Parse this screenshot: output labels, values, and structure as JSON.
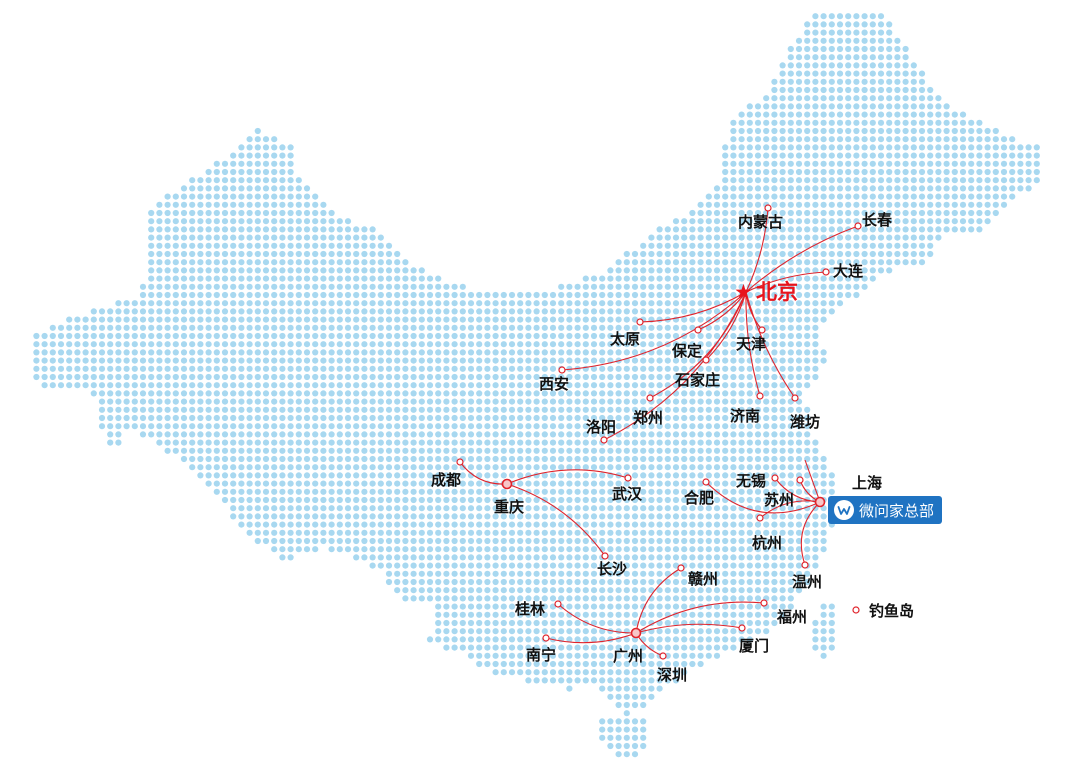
{
  "capital": {
    "name": "北京",
    "star": "★"
  },
  "cities": [
    {
      "id": "neimenggu",
      "name": "内蒙古"
    },
    {
      "id": "changchun",
      "name": "长春"
    },
    {
      "id": "dalian",
      "name": "大连"
    },
    {
      "id": "taiyuan",
      "name": "太原"
    },
    {
      "id": "baoding",
      "name": "保定"
    },
    {
      "id": "tianjin",
      "name": "天津"
    },
    {
      "id": "xian",
      "name": "西安"
    },
    {
      "id": "shijiazhuang",
      "name": "石家庄"
    },
    {
      "id": "luoyang",
      "name": "洛阳"
    },
    {
      "id": "zhengzhou",
      "name": "郑州"
    },
    {
      "id": "jinan",
      "name": "济南"
    },
    {
      "id": "weifang",
      "name": "潍坊"
    },
    {
      "id": "chengdu",
      "name": "成都"
    },
    {
      "id": "chongqing",
      "name": "重庆"
    },
    {
      "id": "wuhan",
      "name": "武汉"
    },
    {
      "id": "hefei",
      "name": "合肥"
    },
    {
      "id": "wuxi",
      "name": "无锡"
    },
    {
      "id": "suzhou",
      "name": "苏州"
    },
    {
      "id": "shanghai",
      "name": "上海"
    },
    {
      "id": "hangzhou",
      "name": "杭州"
    },
    {
      "id": "changsha",
      "name": "长沙"
    },
    {
      "id": "wenzhou",
      "name": "温州"
    },
    {
      "id": "ganzhou",
      "name": "赣州"
    },
    {
      "id": "guilin",
      "name": "桂林"
    },
    {
      "id": "fuzhou",
      "name": "福州"
    },
    {
      "id": "diaoyudao",
      "name": "钓鱼岛"
    },
    {
      "id": "nanning",
      "name": "南宁"
    },
    {
      "id": "guangzhou",
      "name": "广州"
    },
    {
      "id": "xiamen",
      "name": "厦门"
    },
    {
      "id": "shenzhen",
      "name": "深圳"
    }
  ],
  "headquarters": {
    "label": "微问家总部",
    "icon": "wave-logo-icon"
  },
  "colors": {
    "land_dot": "#a8d8f0",
    "route": "#e0242c",
    "capital": "#e8141c",
    "badge": "#1f73c2"
  }
}
